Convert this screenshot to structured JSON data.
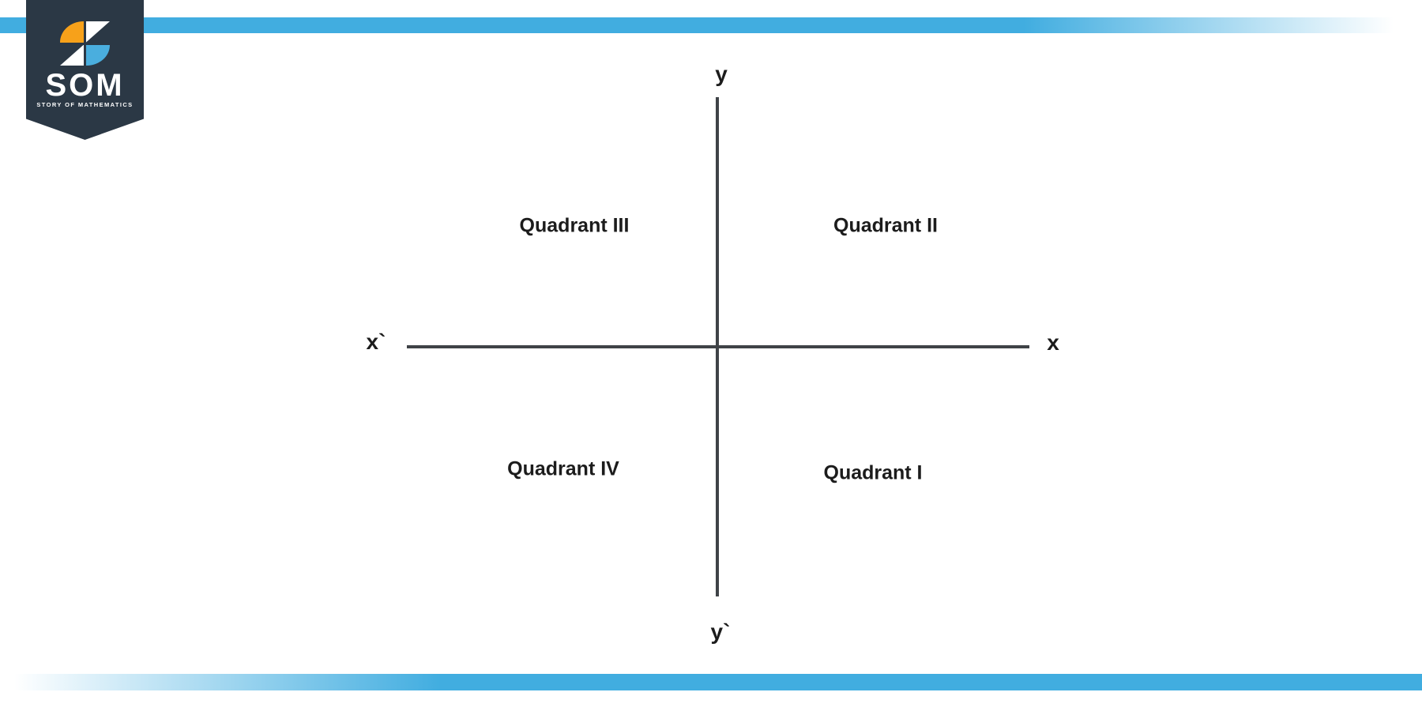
{
  "logo": {
    "acronym": "SOM",
    "tagline": "STORY OF MATHEMATICS",
    "icon": "pinwheel-quarter-circles"
  },
  "colors": {
    "accent_blue": "#41ade0",
    "logo_navy": "#2b3845",
    "logo_orange": "#f7a11a",
    "logo_blue": "#4aaede",
    "axis_gray": "#3f4347",
    "label_text": "#1c1c1c"
  },
  "diagram": {
    "axis_labels": {
      "y_positive": "y",
      "y_negative": "y`",
      "x_negative": "x`",
      "x_positive": "x"
    },
    "quadrants": {
      "top_left": "Quadrant III",
      "top_right": "Quadrant II",
      "bottom_left": "Quadrant IV",
      "bottom_right": "Quadrant I"
    }
  }
}
